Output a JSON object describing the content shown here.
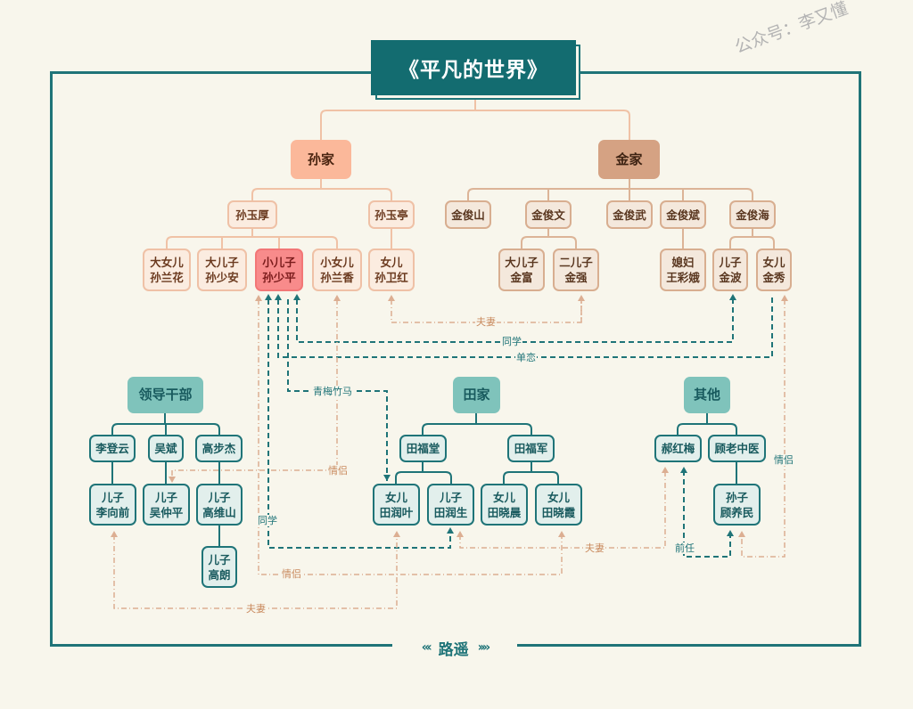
{
  "title": "《平凡的世界》",
  "watermark": "公众号：李又懂",
  "footer": {
    "label": "路遥",
    "left_ornament": "«‹",
    "right_ornament": "››»"
  },
  "colors": {
    "teal": "#1f7478",
    "title_bg": "#136c70",
    "sun_head": "#fbb89a",
    "jin_head": "#d5a283",
    "highlight": "#f88b8b",
    "relation_peach": "#dcae92",
    "background": "#f8f6ec"
  },
  "families": {
    "sun": {
      "name": "孙家",
      "members": [
        {
          "name": "孙玉厚",
          "children": [
            "大女儿\n孙兰花",
            "大儿子\n孙少安",
            "小儿子\n孙少平",
            "小女儿\n孙兰香"
          ]
        },
        {
          "name": "孙玉亭",
          "children": [
            "女儿\n孙卫红"
          ]
        }
      ]
    },
    "jin": {
      "name": "金家",
      "members": [
        {
          "name": "金俊山",
          "children": []
        },
        {
          "name": "金俊文",
          "children": [
            "大儿子\n金富",
            "二儿子\n金强"
          ]
        },
        {
          "name": "金俊武",
          "children": []
        },
        {
          "name": "金俊斌",
          "children": [
            "媳妇\n王彩娥"
          ]
        },
        {
          "name": "金俊海",
          "children": [
            "儿子\n金波",
            "女儿\n金秀"
          ]
        }
      ]
    },
    "leaders": {
      "name": "领导干部",
      "members": [
        {
          "name": "李登云",
          "children": [
            "儿子\n李向前"
          ]
        },
        {
          "name": "吴斌",
          "children": [
            "儿子\n吴仲平"
          ]
        },
        {
          "name": "高步杰",
          "children": [
            "儿子\n高维山"
          ],
          "grandchild": "儿子\n高朗"
        }
      ]
    },
    "tian": {
      "name": "田家",
      "members": [
        {
          "name": "田福堂",
          "children": [
            "女儿\n田润叶",
            "儿子\n田润生"
          ]
        },
        {
          "name": "田福军",
          "children": [
            "女儿\n田晓晨",
            "女儿\n田晓霞"
          ]
        }
      ]
    },
    "other": {
      "name": "其他",
      "members": [
        {
          "name": "郝红梅",
          "children": []
        },
        {
          "name": "顾老中医",
          "children": [
            "孙子\n顾养民"
          ]
        }
      ]
    }
  },
  "highlighted": "孙少平",
  "relations": [
    {
      "label": "夫妻",
      "from": "孙卫红",
      "to": "金强"
    },
    {
      "label": "同学",
      "from": "孙少平",
      "to": "金波"
    },
    {
      "label": "单恋",
      "from": "金秀",
      "to": "孙少平"
    },
    {
      "label": "青梅竹马",
      "from": "孙少平",
      "to": "田润叶"
    },
    {
      "label": "情侣",
      "from": "孙兰香",
      "to": "吴仲平"
    },
    {
      "label": "同学",
      "from": "孙少平",
      "to": "田润生"
    },
    {
      "label": "情侣",
      "from": "孙少平",
      "to": "田晓霞"
    },
    {
      "label": "夫妻",
      "from": "李向前",
      "to": "田润叶"
    },
    {
      "label": "夫妻",
      "from": "田润生",
      "to": "郝红梅"
    },
    {
      "label": "前任",
      "from": "郝红梅",
      "to": "顾养民"
    },
    {
      "label": "情侣",
      "from": "金秀",
      "to": "顾养民"
    }
  ]
}
